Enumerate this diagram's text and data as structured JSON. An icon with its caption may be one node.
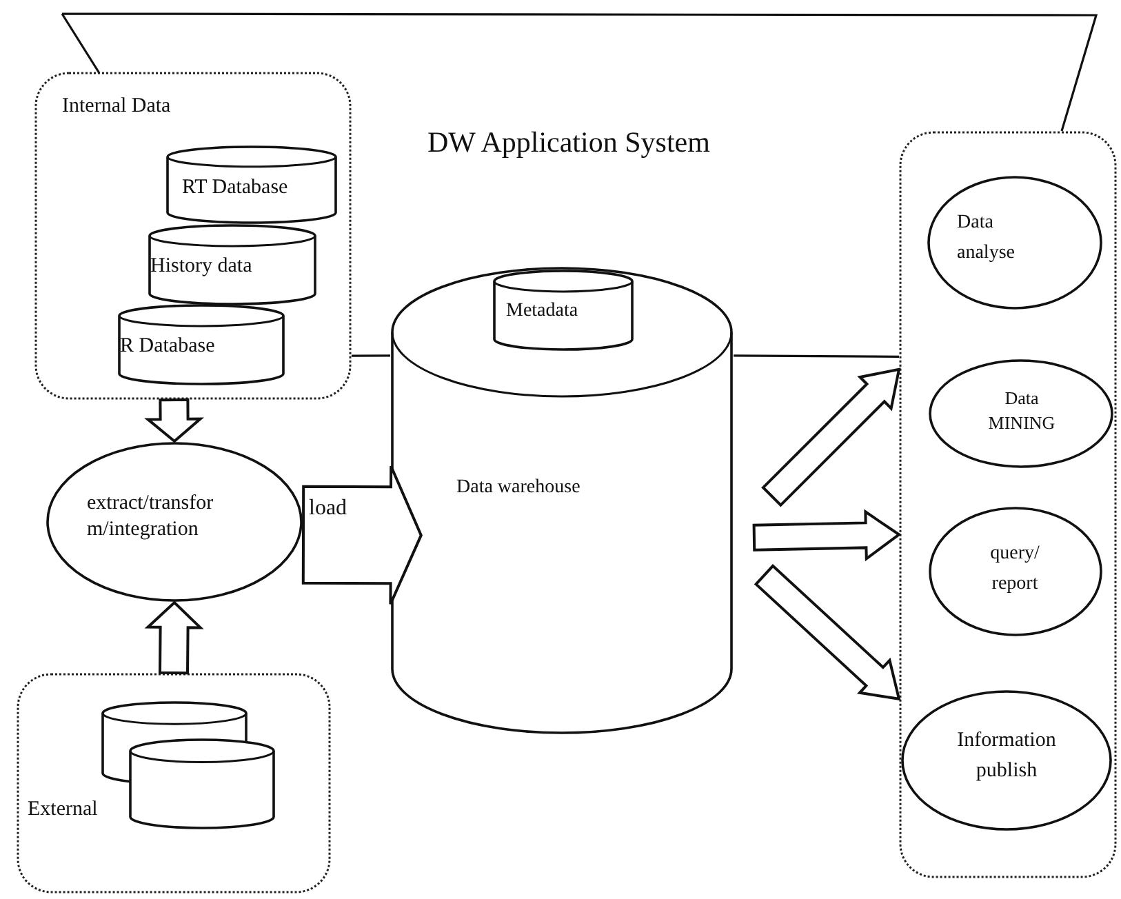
{
  "diagram": {
    "title": "DW Application System",
    "nodes": [
      {
        "text": [
          "Internal Data"
        ]
      },
      {
        "text": [
          "RT Database"
        ],
        "in": 0
      },
      {
        "text": [
          "History data"
        ],
        "in": 0
      },
      {
        "text": [
          "R Database"
        ],
        "in": 0
      },
      {
        "text": [
          "extract/transfor m/integration"
        ]
      },
      {
        "text": [
          "External"
        ]
      },
      {
        "text": [],
        "shape": "cylinder",
        "in": 5
      },
      {
        "text": [],
        "shape": "cylinder",
        "in": 5
      },
      {
        "text": [
          "Data warehouse"
        ]
      },
      {
        "text": [
          "Metadata"
        ],
        "in": 8
      },
      {
        "text": [],
        "shape": "box"
      },
      {
        "text": [
          "Data analyse"
        ],
        "in": 10
      },
      {
        "text": [
          "Data MINING"
        ],
        "in": 10
      },
      {
        "text": [
          "query/ report"
        ],
        "in": 10
      },
      {
        "text": [
          "Information publish"
        ],
        "in": 10
      }
    ],
    "edges": [
      {
        "from": 0,
        "to": 4,
        "arrow": "to"
      },
      {
        "from": 5,
        "to": 4,
        "arrow": "to"
      },
      {
        "from": 4,
        "to": 8,
        "arrow": "to",
        "label": "load"
      },
      {
        "from": 8,
        "to": 10,
        "arrow": "to"
      },
      {
        "from": 8,
        "to": 10,
        "arrow": "to"
      },
      {
        "from": 8,
        "to": 10,
        "arrow": "to"
      },
      {
        "from": 0,
        "to": 8,
        "arrow": "none"
      },
      {
        "from": 8,
        "to": 10,
        "arrow": "none"
      }
    ]
  }
}
